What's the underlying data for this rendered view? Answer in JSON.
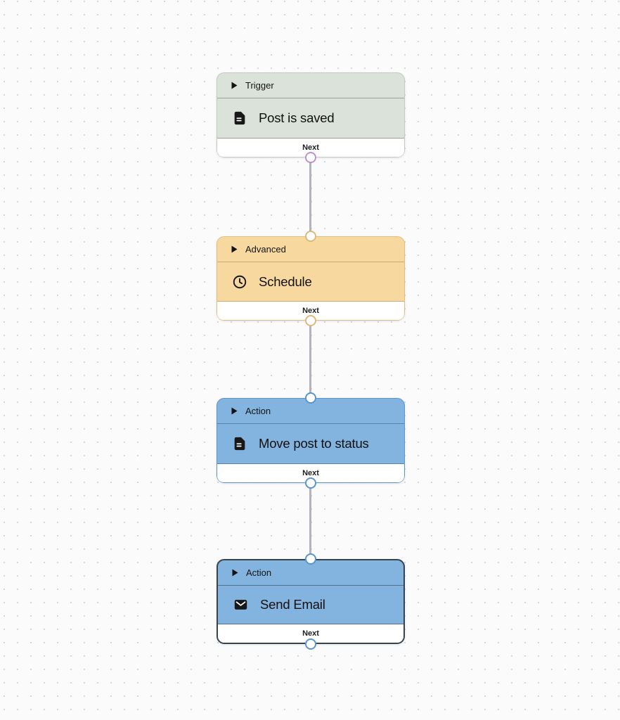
{
  "canvas": {
    "bg": "#fbfbfb",
    "dot": "#d8d8d8",
    "edge": "#b3b3b9"
  },
  "nodes": [
    {
      "category": "Trigger",
      "title": "Post is saved",
      "category_icon": "play-icon",
      "title_icon": "document-icon",
      "footer_label": "Next",
      "selected": false,
      "colors": {
        "bg": "#dbe2d9",
        "border": "#c3cac2",
        "divider": "#9aa299",
        "port": "#ba93cc"
      }
    },
    {
      "category": "Advanced",
      "title": "Schedule",
      "category_icon": "play-icon",
      "title_icon": "clock-icon",
      "footer_label": "Next",
      "selected": false,
      "colors": {
        "bg": "#f7d9a0",
        "border": "#dfbe82",
        "divider": "#cfa96b",
        "port": "#d9ba7e"
      }
    },
    {
      "category": "Action",
      "title": "Move post to status",
      "category_icon": "play-icon",
      "title_icon": "document-icon",
      "footer_label": "Next",
      "selected": false,
      "colors": {
        "bg": "#82b4df",
        "border": "#5995cb",
        "divider": "#5c82a7",
        "port": "#5995cb"
      }
    },
    {
      "category": "Action",
      "title": "Send Email",
      "category_icon": "play-icon",
      "title_icon": "envelope-icon",
      "footer_label": "Next",
      "selected": true,
      "colors": {
        "bg": "#82b4df",
        "border": "#39434e",
        "divider": "#50708e",
        "port": "#5995cb"
      }
    }
  ],
  "edges": [
    {
      "from": "Post is saved",
      "to": "Schedule"
    },
    {
      "from": "Schedule",
      "to": "Move post to status"
    },
    {
      "from": "Move post to status",
      "to": "Send Email"
    }
  ]
}
